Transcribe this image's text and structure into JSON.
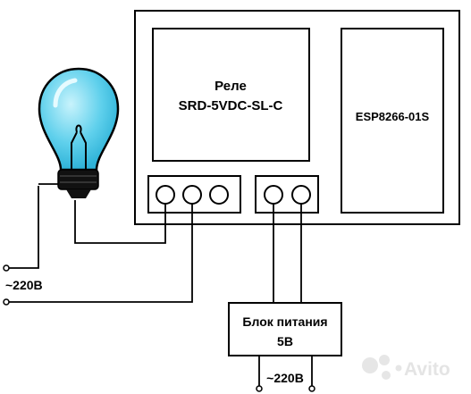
{
  "relay": {
    "line1": "Реле",
    "line2": "SRD-5VDC-SL-C"
  },
  "esp": {
    "label": "ESP8266-01S"
  },
  "mains_left": {
    "label": "~220В"
  },
  "psu": {
    "line1": "Блок питания",
    "line2": "5В"
  },
  "mains_bottom": {
    "label": "~220В"
  },
  "watermark": {
    "text": "Avito"
  },
  "colors": {
    "bulb_glass": "#5fd0ec",
    "bulb_highlight": "#bff0fb",
    "line": "#000000",
    "watermark": "#e2e2e2"
  }
}
